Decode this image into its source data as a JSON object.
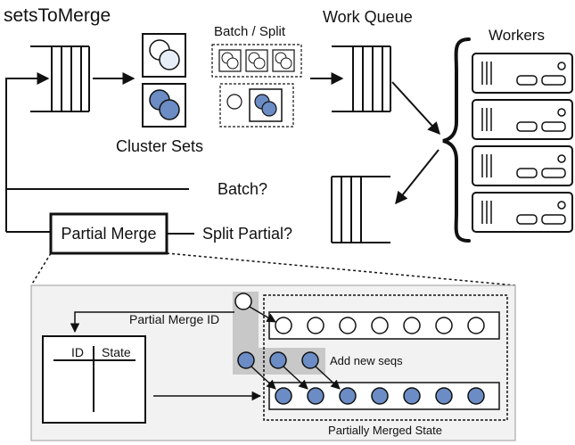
{
  "labels": {
    "sets_to_merge": "setsToMerge",
    "batch_split": "Batch / Split",
    "work_queue": "Work Queue",
    "workers": "Workers",
    "cluster_sets": "Cluster Sets",
    "batch_question": "Batch?",
    "split_partial_question": "Split Partial?",
    "partial_merge": "Partial Merge",
    "partial_merge_id": "Partial Merge ID",
    "id_header": "ID",
    "state_header": "State",
    "add_new_seqs": "Add new seqs",
    "partially_merged_state": "Partially Merged State"
  },
  "colors": {
    "filled_circle": "#6b8cc4",
    "light_circle": "#e8eef8",
    "detail_panel": "#f2f2f2",
    "highlight": "#c8c8c8"
  }
}
